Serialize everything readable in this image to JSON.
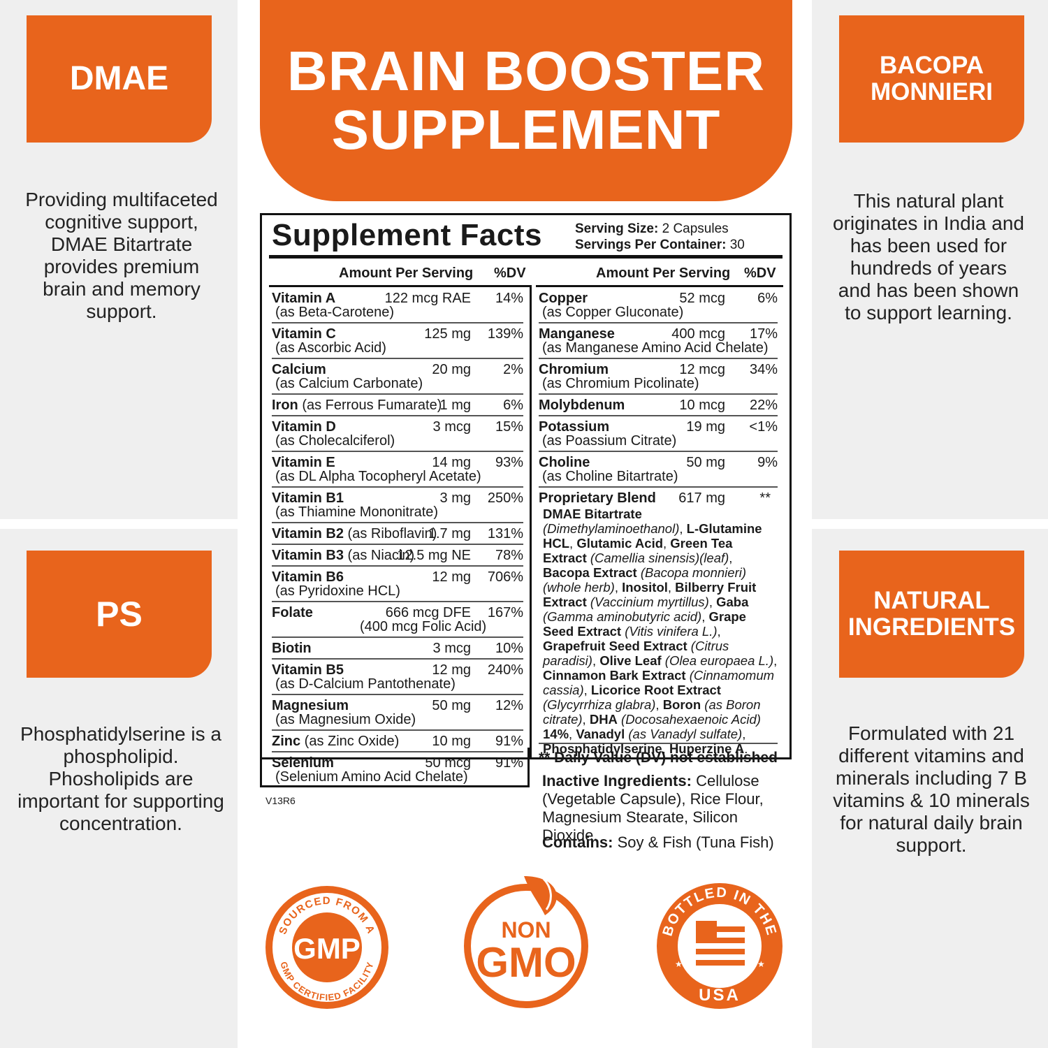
{
  "banner": {
    "line1": "BRAIN BOOSTER",
    "line2": "SUPPLEMENT"
  },
  "panels": {
    "top_left": {
      "badge": "DMAE",
      "text": "Providing multifaceted cognitive support, DMAE Bitartrate provides premium brain and memory support."
    },
    "bottom_left": {
      "badge": "PS",
      "text": "Phosphatidylserine is a phospholipid. Phosholipids are important for supporting concentration."
    },
    "top_right": {
      "badge_line1": "BACOPA",
      "badge_line2": "MONNIERI",
      "text": "This natural plant originates in India and has been used for hundreds of years and has been shown to support learning."
    },
    "bottom_right": {
      "badge_line1": "NATURAL",
      "badge_line2": "INGREDIENTS",
      "text": "Formulated with 21 different vitamins and minerals including 7 B vitamins & 10 minerals for natural daily brain support."
    }
  },
  "facts": {
    "title": "Supplement Facts",
    "serving_size_label": "Serving Size:",
    "serving_size": "2 Capsules",
    "servings_label": "Servings Per Container:",
    "servings": "30",
    "col_amount": "Amount Per Serving",
    "col_dv": "%DV",
    "left": [
      {
        "name": "Vitamin A",
        "sub": "(as Beta-Carotene)",
        "amount": "122 mcg RAE",
        "dv": "14%"
      },
      {
        "name": "Vitamin C",
        "sub": "(as Ascorbic Acid)",
        "amount": "125 mg",
        "dv": "139%"
      },
      {
        "name": "Calcium",
        "sub": "(as Calcium Carbonate)",
        "amount": "20 mg",
        "dv": "2%"
      },
      {
        "name": "Iron",
        "inline": " (as Ferrous Fumarate)",
        "amount": "1 mg",
        "dv": "6%"
      },
      {
        "name": "Vitamin D",
        "sub": "(as Cholecalciferol)",
        "amount": "3 mcg",
        "dv": "15%"
      },
      {
        "name": "Vitamin E",
        "sub": "(as DL Alpha Tocopheryl Acetate)",
        "amount": "14 mg",
        "dv": "93%"
      },
      {
        "name": "Vitamin B1",
        "sub": "(as Thiamine Mononitrate)",
        "amount": "3 mg",
        "dv": "250%"
      },
      {
        "name": "Vitamin B2",
        "inline": " (as Riboflavin)",
        "amount": "1.7 mg",
        "dv": "131%"
      },
      {
        "name": "Vitamin B3",
        "inline": " (as Niacin)",
        "amount": "12.5 mg NE",
        "dv": "78%"
      },
      {
        "name": "Vitamin B6",
        "sub": "(as Pyridoxine HCL)",
        "amount": "12 mg",
        "dv": "706%"
      },
      {
        "name": "Folate",
        "sub": "(400 mcg Folic Acid)",
        "amount": "666 mcg DFE",
        "dv": "167%"
      },
      {
        "name": "Biotin",
        "amount": "3 mcg",
        "dv": "10%"
      },
      {
        "name": "Vitamin B5",
        "sub": "(as D-Calcium Pantothenate)",
        "amount": "12 mg",
        "dv": "240%"
      },
      {
        "name": "Magnesium",
        "sub": "(as Magnesium Oxide)",
        "amount": "50 mg",
        "dv": "12%"
      },
      {
        "name": "Zinc",
        "inline": " (as Zinc Oxide)",
        "amount": "10 mg",
        "dv": "91%"
      },
      {
        "name": "Selenium",
        "sub": "(Selenium Amino Acid Chelate)",
        "amount": "50 mcg",
        "dv": "91%"
      }
    ],
    "right": [
      {
        "name": "Copper",
        "sub": "(as Copper Gluconate)",
        "amount": "52 mcg",
        "dv": "6%"
      },
      {
        "name": "Manganese",
        "sub": "(as Manganese Amino Acid Chelate)",
        "amount": "400 mcg",
        "dv": "17%"
      },
      {
        "name": "Chromium",
        "sub": "(as Chromium Picolinate)",
        "amount": "12 mcg",
        "dv": "34%"
      },
      {
        "name": "Molybdenum",
        "amount": "10 mcg",
        "dv": "22%"
      },
      {
        "name": "Potassium",
        "sub": "(as Poassium Citrate)",
        "amount": "19 mg",
        "dv": "<1%"
      },
      {
        "name": "Choline",
        "sub": "(as Choline Bitartrate)",
        "amount": "50 mg",
        "dv": "9%"
      }
    ],
    "blend": {
      "name": "Proprietary Blend",
      "amount": "617 mg",
      "dv": "**",
      "parts": [
        [
          "b",
          "DMAE Bitartrate"
        ],
        [
          "i",
          " (Dimethylaminoethanol)"
        ],
        [
          "n",
          ", "
        ],
        [
          "b",
          "L-Glutamine HCL"
        ],
        [
          "n",
          ", "
        ],
        [
          "b",
          "Glutamic Acid"
        ],
        [
          "n",
          ", "
        ],
        [
          "b",
          "Green Tea Extract"
        ],
        [
          "i",
          " (Camellia sinensis)(leaf)"
        ],
        [
          "n",
          ", "
        ],
        [
          "b",
          "Bacopa Extract"
        ],
        [
          "i",
          " (Bacopa monnieri)(whole herb)"
        ],
        [
          "n",
          ", "
        ],
        [
          "b",
          "Inositol"
        ],
        [
          "n",
          ", "
        ],
        [
          "b",
          "Bilberry Fruit Extract"
        ],
        [
          "i",
          " (Vaccinium myrtillus)"
        ],
        [
          "n",
          ", "
        ],
        [
          "b",
          "Gaba"
        ],
        [
          "i",
          " (Gamma aminobutyric acid)"
        ],
        [
          "n",
          ", "
        ],
        [
          "b",
          "Grape Seed Extract"
        ],
        [
          "i",
          " (Vitis vinifera L.)"
        ],
        [
          "n",
          ", "
        ],
        [
          "b",
          "Grapefruit Seed Extract"
        ],
        [
          "i",
          " (Citrus paradisi)"
        ],
        [
          "n",
          ", "
        ],
        [
          "b",
          "Olive Leaf"
        ],
        [
          "i",
          " (Olea europaea L.)"
        ],
        [
          "n",
          ", "
        ],
        [
          "b",
          "Cinnamon Bark Extract"
        ],
        [
          "i",
          " (Cinnamomum cassia)"
        ],
        [
          "n",
          ", "
        ],
        [
          "b",
          "Licorice Root Extract"
        ],
        [
          "i",
          " (Glycyrrhiza glabra)"
        ],
        [
          "n",
          ", "
        ],
        [
          "b",
          "Boron"
        ],
        [
          "i",
          " (as Boron citrate)"
        ],
        [
          "n",
          ", "
        ],
        [
          "b",
          "DHA"
        ],
        [
          "i",
          " (Docosahexaenoic Acid)"
        ],
        [
          "b",
          " 14%"
        ],
        [
          "n",
          ", "
        ],
        [
          "b",
          "Vanadyl"
        ],
        [
          "i",
          " (as Vanadyl sulfate)"
        ],
        [
          "n",
          ", "
        ],
        [
          "b",
          "Phosphatidylserine"
        ],
        [
          "n",
          ", "
        ],
        [
          "b",
          "Huperzine A"
        ],
        [
          "n",
          "."
        ]
      ]
    },
    "dv_note": "** Daily Value (DV) not established",
    "version": "V13R6"
  },
  "inactive": {
    "label": "Inactive Ingredients:",
    "text": " Cellulose (Vegetable Capsule), Rice Flour, Magnesium Stearate, Silicon Dioxide."
  },
  "contains": {
    "label": "Contains:",
    "text": " Soy & Fish (Tuna Fish)"
  },
  "seals": {
    "gmp": {
      "center": "GMP",
      "ring_top": "SOURCED FROM A",
      "ring_bottom": "GMP CERTIFIED FACILITY"
    },
    "nongmo": {
      "line1": "NON",
      "line2": "GMO"
    },
    "usa": {
      "ring_top": "BOTTLED IN THE",
      "ring_bottom": "USA"
    }
  },
  "colors": {
    "accent": "#e8641c",
    "panel_bg": "#efefef"
  }
}
